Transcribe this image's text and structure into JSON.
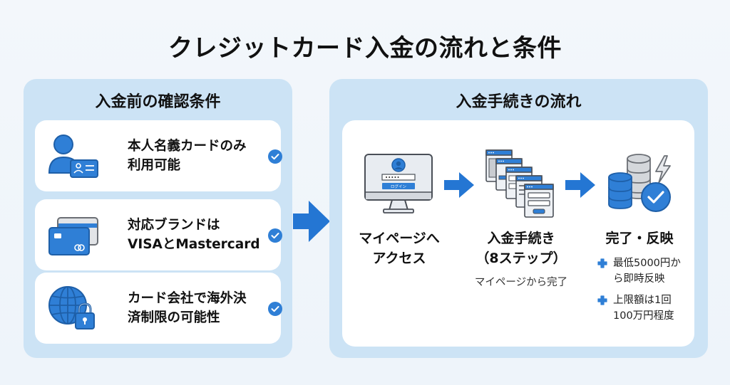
{
  "title": "クレジットカード入金の流れと条件",
  "conditions_panel": {
    "heading": "入金前の確認条件",
    "items": [
      {
        "icon": "person-id-card-icon",
        "lines": [
          "本人名義カードのみ",
          "利用可能"
        ],
        "status": "check-icon"
      },
      {
        "icon": "credit-cards-icon",
        "lines": [
          "対応ブランドは",
          "VISAとMastercard"
        ],
        "status": "check-icon"
      },
      {
        "icon": "globe-lock-icon",
        "lines": [
          "カード会社で海外決",
          "済制限の可能性"
        ],
        "status": "check-icon"
      }
    ]
  },
  "flow_panel": {
    "heading": "入金手続きの流れ",
    "steps": [
      {
        "icon": "monitor-login-icon",
        "lines": [
          "マイページへ",
          "アクセス"
        ],
        "screen_button_label": "ログイン",
        "screen_password_mask": "•••••"
      },
      {
        "icon": "multi-step-forms-icon",
        "lines": [
          "入金手続き",
          "（8ステップ）"
        ],
        "sub": "マイページから完了"
      },
      {
        "icon": "database-check-icon",
        "lines": [
          "完了・反映"
        ],
        "bullets": [
          {
            "lines": [
              "最低5000円か",
              "ら即時反映"
            ]
          },
          {
            "lines": [
              "上限額は1回",
              "100万円程度"
            ]
          }
        ]
      }
    ]
  },
  "colors": {
    "accent": "#2f7fd6",
    "accent_dark": "#1e5fa8",
    "panel_bg": "#cce3f5",
    "page_bg": "#f1f6fb",
    "card_bg": "#ffffff",
    "text": "#111111",
    "gray_icon": "#c9ccd1"
  }
}
